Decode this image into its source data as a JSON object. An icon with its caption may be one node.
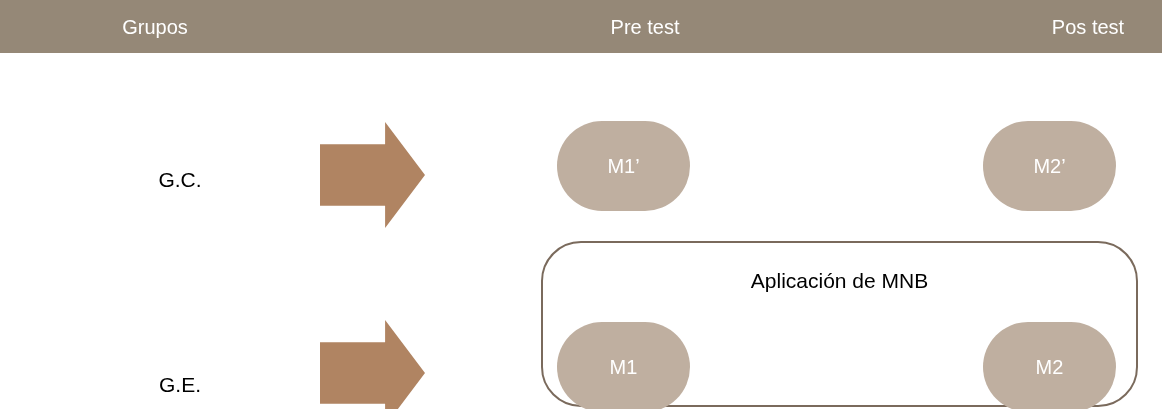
{
  "diagram": {
    "nodes": [
      {
        "text": [
          "G.C."
        ]
      },
      {
        "text": [],
        "shape": "arrow"
      },
      {
        "text": [
          "M1’"
        ]
      },
      {
        "text": [
          "M2’"
        ]
      },
      {
        "text": [
          "Aplicación de MNB"
        ]
      },
      {
        "text": [
          "M1"
        ],
        "in": 4
      },
      {
        "text": [
          "M2"
        ],
        "in": 4
      },
      {
        "text": [
          "G.E."
        ]
      },
      {
        "text": [],
        "shape": "arrow"
      }
    ],
    "labels": [
      "Grupos",
      "Pre test",
      "Pos test"
    ]
  }
}
